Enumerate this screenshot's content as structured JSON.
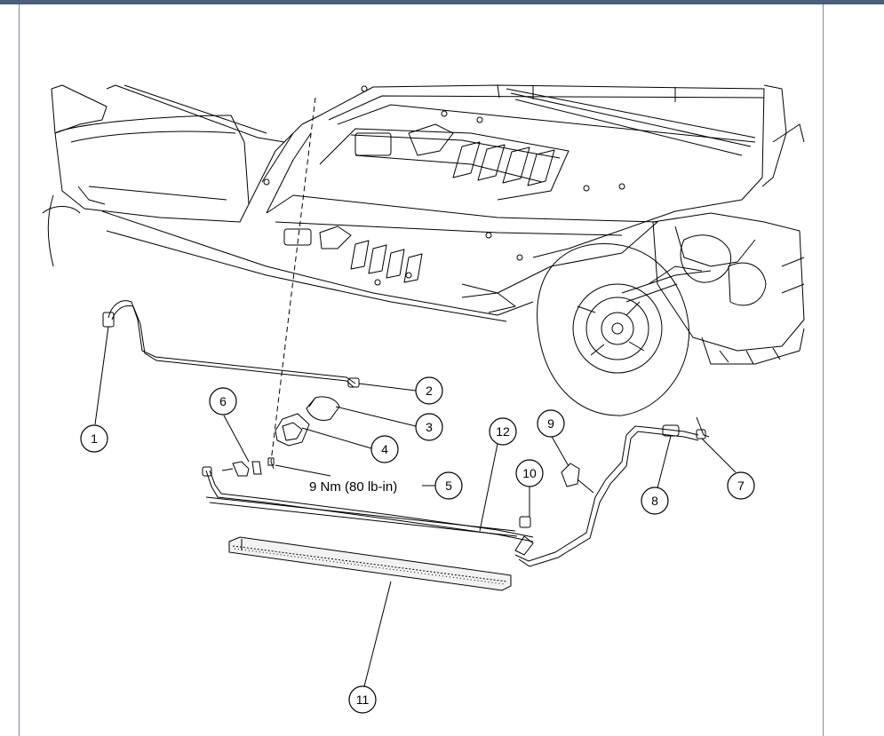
{
  "frame": {
    "accent_color": "#4a6076",
    "border_color": "#7a8aa0"
  },
  "callouts": [
    {
      "id": "1",
      "label": "1"
    },
    {
      "id": "2",
      "label": "2"
    },
    {
      "id": "3",
      "label": "3"
    },
    {
      "id": "4",
      "label": "4"
    },
    {
      "id": "5",
      "label": "5"
    },
    {
      "id": "6",
      "label": "6"
    },
    {
      "id": "7",
      "label": "7"
    },
    {
      "id": "8",
      "label": "8"
    },
    {
      "id": "9",
      "label": "9"
    },
    {
      "id": "10",
      "label": "10"
    },
    {
      "id": "11",
      "label": "11"
    },
    {
      "id": "12",
      "label": "12"
    }
  ],
  "torque_spec": "9 Nm (80 lb-in)"
}
